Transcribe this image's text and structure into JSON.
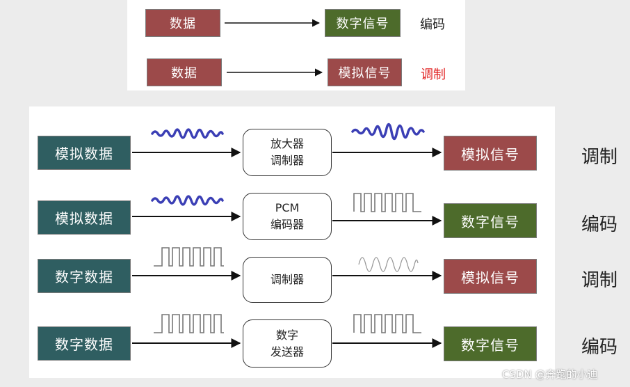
{
  "top": {
    "row1": {
      "source": "数据",
      "target": "数字信号",
      "label": "编码"
    },
    "row2": {
      "source": "数据",
      "target": "模拟信号",
      "label": "调制"
    }
  },
  "rows": [
    {
      "source": "模拟数据",
      "device_line1": "放大器",
      "device_line2": "调制器",
      "target": "模拟信号",
      "label": "调制"
    },
    {
      "source": "模拟数据",
      "device_line1": "PCM",
      "device_line2": "编码器",
      "target": "数字信号",
      "label": "编码"
    },
    {
      "source": "数字数据",
      "device_line1": "调制器",
      "device_line2": "",
      "target": "模拟信号",
      "label": "调制"
    },
    {
      "source": "数字数据",
      "device_line1": "数字",
      "device_line2": "发送器",
      "target": "数字信号",
      "label": "编码"
    }
  ],
  "colors": {
    "analog_box": "#9c4a4a",
    "digital_box": "#4d6b2b",
    "data_box": "#2f5e61",
    "wave": "#3b3fb5",
    "modulate_label": "#e02020"
  },
  "watermark": "CSDN @奔跑的小迪"
}
